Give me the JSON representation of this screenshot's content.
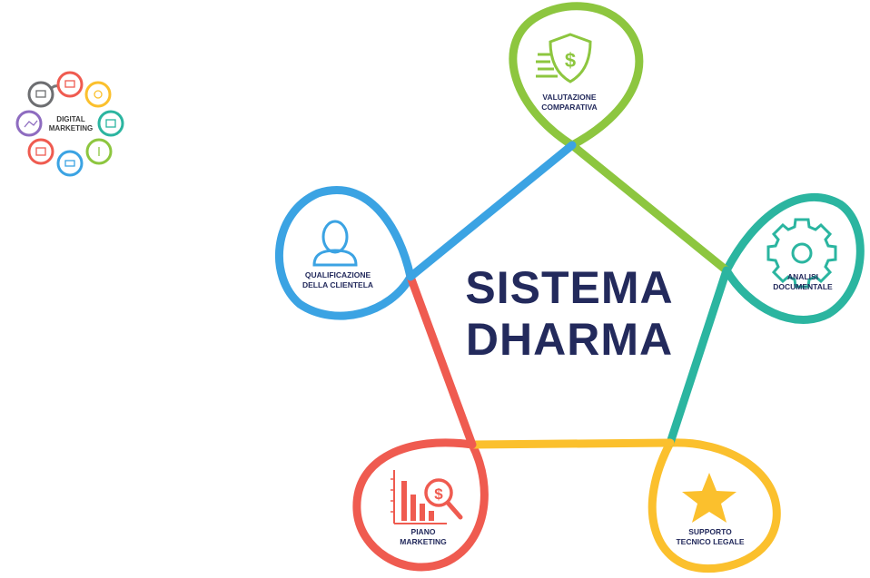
{
  "title": {
    "line1": "SISTEMA",
    "line2": "DHARMA"
  },
  "logo": {
    "line1": "DIGITAL",
    "line2": "MARKETING"
  },
  "nodes": [
    {
      "line1": "VALUTAZIONE",
      "line2": "COMPARATIVA",
      "color": "#8dc63f",
      "icon": "shield-dollar-icon"
    },
    {
      "line1": "ANALISI",
      "line2": "DOCUMENTALE",
      "color": "#2bb5a0",
      "icon": "gear-icon"
    },
    {
      "line1": "SUPPORTO",
      "line2": "TECNICO LEGALE",
      "color": "#fbc02d",
      "icon": "star-icon"
    },
    {
      "line1": "PIANO",
      "line2": "MARKETING",
      "color": "#ef5b50",
      "icon": "chart-magnifier-icon"
    },
    {
      "line1": "QUALIFICAZIONE",
      "line2": "DELLA CLIENTELA",
      "color": "#3ba3e3",
      "icon": "user-icon"
    }
  ],
  "colors": {
    "navy": "#232a5c"
  }
}
